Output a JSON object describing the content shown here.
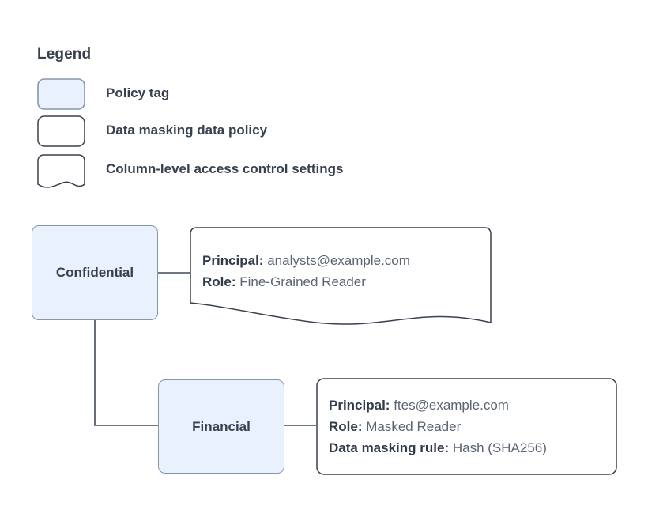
{
  "legend": {
    "title": "Legend",
    "items": [
      {
        "shape": "rounded-rect-filled",
        "label": "Policy tag",
        "fill": "#e9f1fd"
      },
      {
        "shape": "rounded-rect-outline",
        "label": "Data masking data policy",
        "fill": "#ffffff"
      },
      {
        "shape": "wavy-bottom-rect",
        "label": "Column-level access control settings",
        "fill": "#ffffff"
      }
    ]
  },
  "diagram": {
    "nodes": [
      {
        "id": "confidential",
        "label": "Confidential"
      },
      {
        "id": "financial",
        "label": "Financial"
      }
    ],
    "callouts": [
      {
        "id": "confidential-settings",
        "shape": "wavy-bottom-rect",
        "lines": [
          {
            "key": "Principal:",
            "value": "analysts@example.com"
          },
          {
            "key": "Role:",
            "value": "Fine-Grained Reader"
          }
        ]
      },
      {
        "id": "financial-settings",
        "shape": "rounded-rect-outline",
        "lines": [
          {
            "key": "Principal:",
            "value": "ftes@example.com"
          },
          {
            "key": "Role:",
            "value": "Masked Reader"
          },
          {
            "key": "Data masking rule:",
            "value": "Hash (SHA256)"
          }
        ]
      }
    ],
    "edges": [
      {
        "from": "confidential",
        "to": "confidential-settings"
      },
      {
        "from": "confidential",
        "to": "financial"
      },
      {
        "from": "financial",
        "to": "financial-settings"
      }
    ]
  },
  "colors": {
    "node_fill": "#e9f1fd",
    "stroke": "#8796ab",
    "text": "#36404e",
    "muted_text": "#5a6472",
    "connector": "#404a5c",
    "background": "#ffffff"
  }
}
